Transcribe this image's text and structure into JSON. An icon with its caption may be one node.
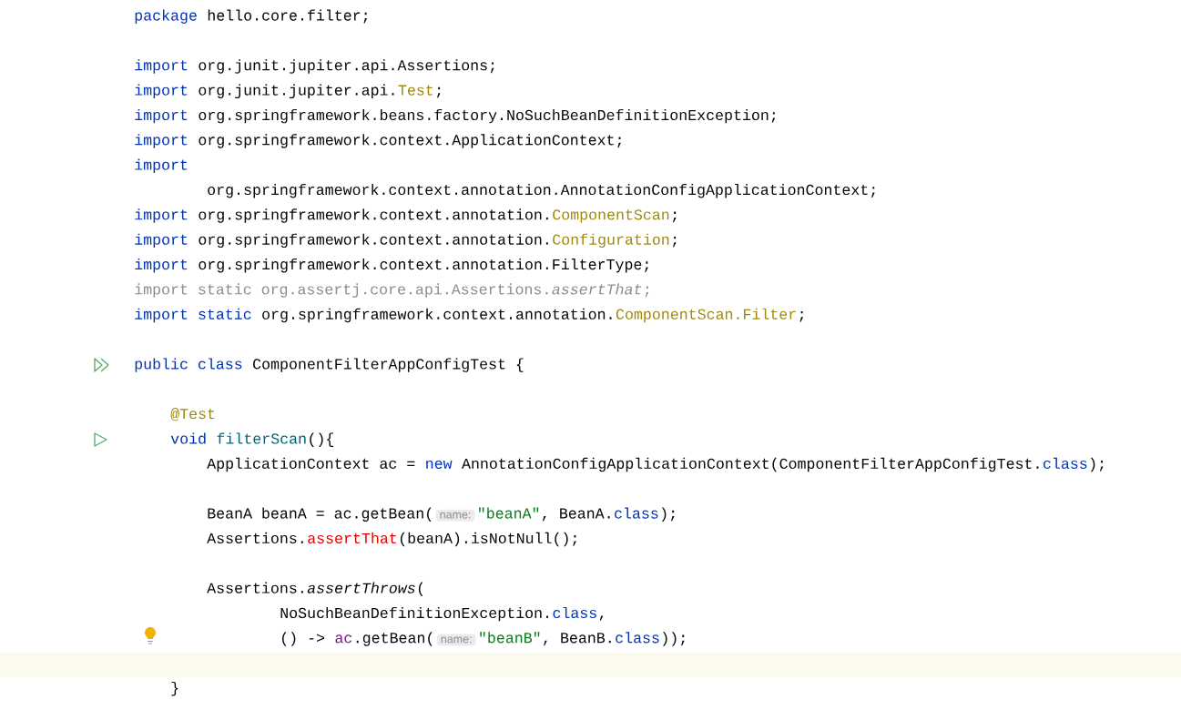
{
  "diagram": {
    "labels": [
      "package",
      "hello.core.filter;",
      "import",
      "org.junit.jupiter.api.Assertions;",
      "import",
      "org.junit.jupiter.api.",
      "Test",
      ";",
      "import",
      "org.springframework.beans.factory.NoSuchBeanDefinitionException;",
      "import",
      "org.springframework.context.ApplicationContext;",
      "import",
      "org.springframework.context.annotation.AnnotationConfigApplicationContext;",
      "import",
      "org.springframework.context.annotation.",
      "ComponentScan",
      ";",
      "import",
      "org.springframework.context.annotation.",
      "Configuration",
      ";",
      "import",
      "org.springframework.context.annotation.FilterType;",
      "import static org.assertj.core.api.Assertions.",
      "assertThat",
      ";",
      "import static",
      "org.springframework.context.annotation.",
      "ComponentScan.Filter",
      ";",
      "public class",
      "ComponentFilterAppConfigTest {",
      "@Test",
      "void",
      "filterScan",
      "(){",
      "ApplicationContext ac =",
      "new",
      "AnnotationConfigApplicationContext(ComponentFilterAppConfigTest.",
      "class",
      ");",
      "BeanA beanA = ac.getBean(",
      "name:",
      "\"beanA\"",
      ", BeanA.",
      "class",
      ");",
      "Assertions.",
      "assertThat",
      "(beanA).isNotNull();",
      "Assertions.",
      "assertThrows",
      "(",
      "NoSuchBeanDefinitionException.",
      "class",
      ",",
      "() ->",
      "ac",
      ".getBean(",
      "name:",
      "\"beanB\"",
      ", BeanB.",
      "class",
      "));",
      "}"
    ]
  }
}
